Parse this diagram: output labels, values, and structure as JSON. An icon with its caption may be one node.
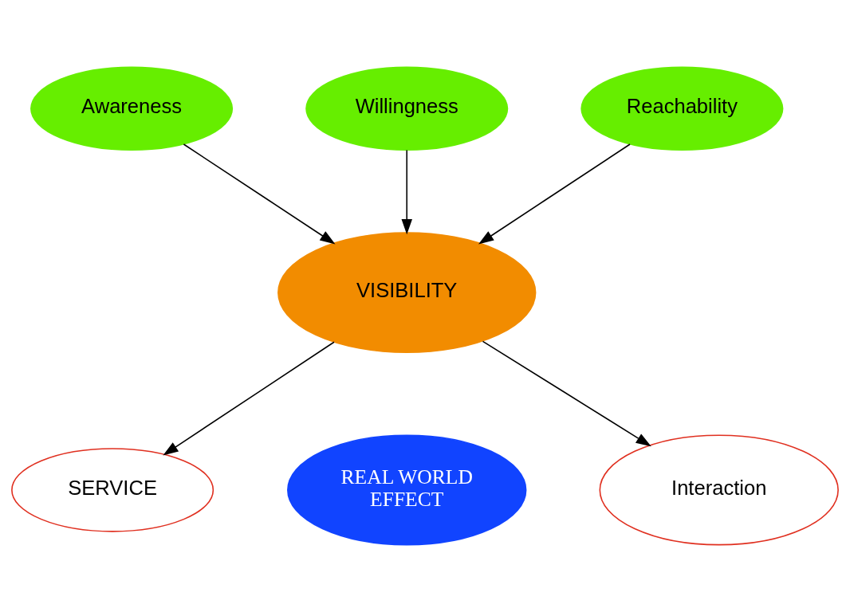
{
  "diagram": {
    "nodes": [
      {
        "text": [
          "Awareness"
        ]
      },
      {
        "text": [
          "Willingness"
        ]
      },
      {
        "text": [
          "VISIBILITY"
        ]
      },
      {
        "text": [
          "Reachability"
        ]
      },
      {
        "text": [
          "SERVICE"
        ]
      },
      {
        "text": [
          "REAL WORLD EFFECT"
        ]
      },
      {
        "text": [
          "Interaction"
        ]
      }
    ],
    "edges": [
      {
        "from": 0,
        "to": 2,
        "arrow": "to"
      },
      {
        "from": 1,
        "to": 2,
        "arrow": "to"
      },
      {
        "from": 3,
        "to": 2,
        "arrow": "to"
      },
      {
        "from": 2,
        "to": 4,
        "arrow": "to"
      },
      {
        "from": 2,
        "to": 6,
        "arrow": "to"
      }
    ]
  }
}
